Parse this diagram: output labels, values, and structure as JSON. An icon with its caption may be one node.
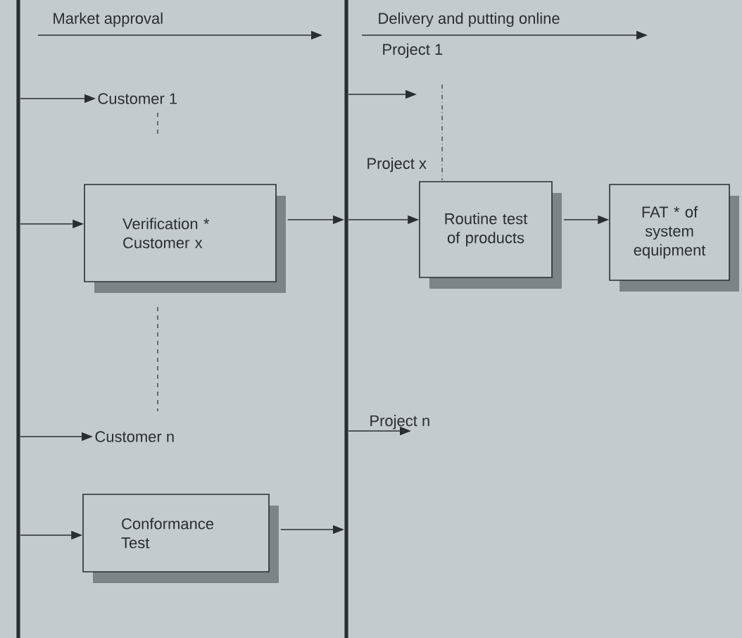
{
  "diagram": {
    "nodes": [
      {
        "text": [],
        "shape": "bar"
      },
      {
        "text": [],
        "shape": "bar"
      },
      {
        "text": [
          "Customer 1"
        ]
      },
      {
        "text": [
          "Verification * Customer x"
        ]
      },
      {
        "text": [
          "Customer n"
        ]
      },
      {
        "text": [
          "Conformance Test"
        ]
      },
      {
        "text": [
          "Routine test of products"
        ]
      },
      {
        "text": [
          "FAT * of system equipment"
        ]
      },
      {
        "text": [
          "Project n"
        ]
      }
    ],
    "edges": [
      {
        "from": 0,
        "to": 2,
        "arrow": "to"
      },
      {
        "from": 0,
        "to": 3,
        "arrow": "to"
      },
      {
        "from": 3,
        "to": 1,
        "arrow": "to"
      },
      {
        "from": 0,
        "to": 4,
        "arrow": "to"
      },
      {
        "from": 0,
        "to": 5,
        "arrow": "to"
      },
      {
        "from": 5,
        "to": 1,
        "arrow": "to"
      },
      {
        "from": 1,
        "to": 6,
        "arrow": "to"
      },
      {
        "from": 6,
        "to": 7,
        "arrow": "to"
      },
      {
        "from": 1,
        "to": null,
        "arrow": "to"
      },
      {
        "from": 1,
        "to": 8,
        "arrow": "to"
      }
    ],
    "labels": [
      "Market approval",
      "Delivery and putting online",
      "Project 1",
      "Project x"
    ]
  }
}
